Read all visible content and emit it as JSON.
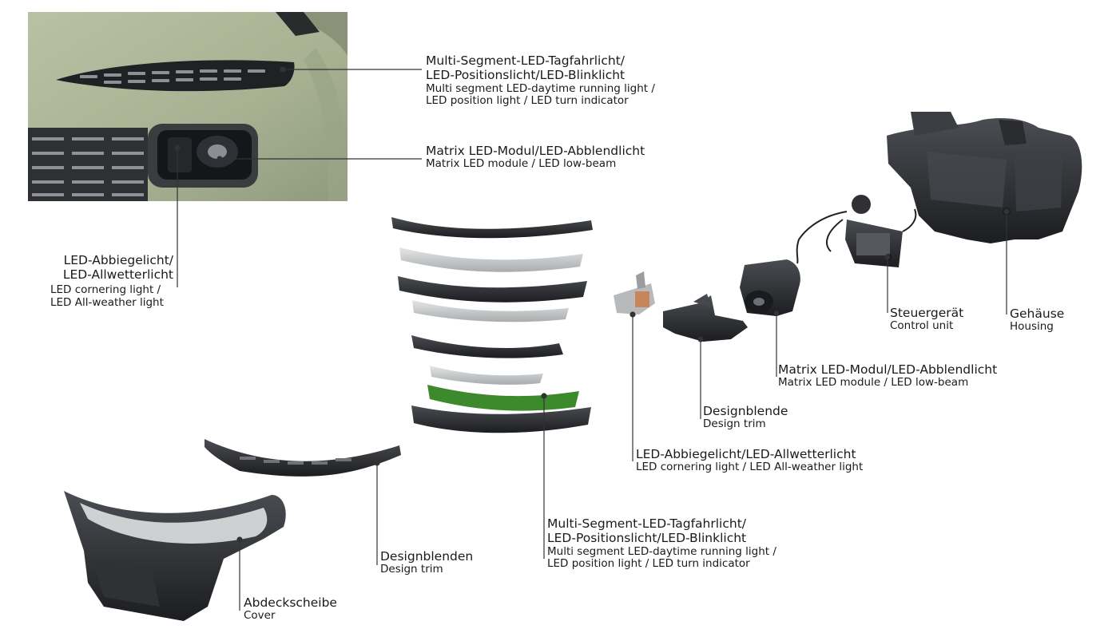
{
  "labels": {
    "drl_top": {
      "de": [
        "Multi-Segment-LED-Tagfahrlicht/",
        "LED-Positionslicht/LED-Blinklicht"
      ],
      "en": [
        "Multi segment LED-daytime running light /",
        "LED position light / LED turn indicator"
      ]
    },
    "matrix_top": {
      "de": [
        "Matrix LED-Modul/LED-Abblendlicht"
      ],
      "en": [
        "Matrix LED module / LED low-beam"
      ]
    },
    "cornering_left": {
      "de": [
        "LED-Abbiegelicht/",
        "LED-Allwetterlicht"
      ],
      "en": [
        "LED cornering light /",
        "LED All-weather light"
      ]
    },
    "control_unit": {
      "de": [
        "Steuergerät"
      ],
      "en": [
        "Control unit"
      ]
    },
    "housing": {
      "de": [
        "Gehäuse"
      ],
      "en": [
        "Housing"
      ]
    },
    "matrix_mid": {
      "de": [
        "Matrix LED-Modul/LED-Abblendlicht"
      ],
      "en": [
        "Matrix LED module / LED low-beam"
      ]
    },
    "design_trim_single": {
      "de": [
        "Designblende"
      ],
      "en": [
        "Design trim"
      ]
    },
    "cornering_mid": {
      "de": [
        "LED-Abbiegelicht/LED-Allwetterlicht"
      ],
      "en": [
        "LED cornering light / LED All-weather light"
      ]
    },
    "drl_bottom": {
      "de": [
        "Multi-Segment-LED-Tagfahrlicht/",
        "LED-Positionslicht/LED-Blinklicht"
      ],
      "en": [
        "Multi segment LED-daytime running light /",
        "LED position light / LED turn indicator"
      ]
    },
    "design_trims": {
      "de": [
        "Designblenden"
      ],
      "en": [
        "Design trim"
      ]
    },
    "cover": {
      "de": [
        "Abdeckscheibe"
      ],
      "en": [
        "Cover"
      ]
    }
  },
  "colors": {
    "car_paint": "#a9b394",
    "part_dark": "#2b2d30",
    "part_light": "#c9cbcc",
    "pcb_green": "#3d8a2c",
    "leader_line": "#333333"
  }
}
